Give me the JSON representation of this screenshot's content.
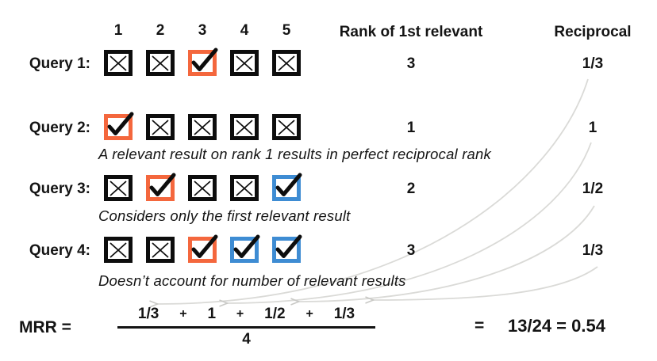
{
  "palette": {
    "orange": "#F4673D",
    "blue": "#3E8CD3",
    "box_black": "#0d0d0d",
    "arrow_gray": "#DADAD7",
    "text": "#141414"
  },
  "headers": {
    "rank_positions": [
      "1",
      "2",
      "3",
      "4",
      "5"
    ],
    "rank_of_first": "Rank of 1st relevant",
    "reciprocal": "Reciprocal"
  },
  "queries": [
    {
      "label": "Query 1:",
      "boxes": [
        {
          "mark": "x",
          "color": "black"
        },
        {
          "mark": "x",
          "color": "black"
        },
        {
          "mark": "check",
          "color": "orange"
        },
        {
          "mark": "x",
          "color": "black"
        },
        {
          "mark": "x",
          "color": "black"
        }
      ],
      "rank": "3",
      "reciprocal": "1/3",
      "caption": ""
    },
    {
      "label": "Query 2:",
      "boxes": [
        {
          "mark": "check",
          "color": "orange"
        },
        {
          "mark": "x",
          "color": "black"
        },
        {
          "mark": "x",
          "color": "black"
        },
        {
          "mark": "x",
          "color": "black"
        },
        {
          "mark": "x",
          "color": "black"
        }
      ],
      "rank": "1",
      "reciprocal": "1",
      "caption": "A relevant result on rank 1 results in perfect reciprocal rank"
    },
    {
      "label": "Query 3:",
      "boxes": [
        {
          "mark": "x",
          "color": "black"
        },
        {
          "mark": "check",
          "color": "orange"
        },
        {
          "mark": "x",
          "color": "black"
        },
        {
          "mark": "x",
          "color": "black"
        },
        {
          "mark": "check",
          "color": "blue"
        }
      ],
      "rank": "2",
      "reciprocal": "1/2",
      "caption": "Considers only the first relevant result"
    },
    {
      "label": "Query 4:",
      "boxes": [
        {
          "mark": "x",
          "color": "black"
        },
        {
          "mark": "x",
          "color": "black"
        },
        {
          "mark": "check",
          "color": "orange"
        },
        {
          "mark": "check",
          "color": "blue"
        },
        {
          "mark": "check",
          "color": "blue"
        }
      ],
      "rank": "3",
      "reciprocal": "1/3",
      "caption": "Doesn’t account for number of relevant results"
    }
  ],
  "formula": {
    "mrr_label": "MRR =",
    "numerator_terms": [
      "1/3",
      "1",
      "1/2",
      "1/3"
    ],
    "plus": "+",
    "denominator": "4",
    "equals": "=",
    "result": "13/24 = 0.54"
  }
}
